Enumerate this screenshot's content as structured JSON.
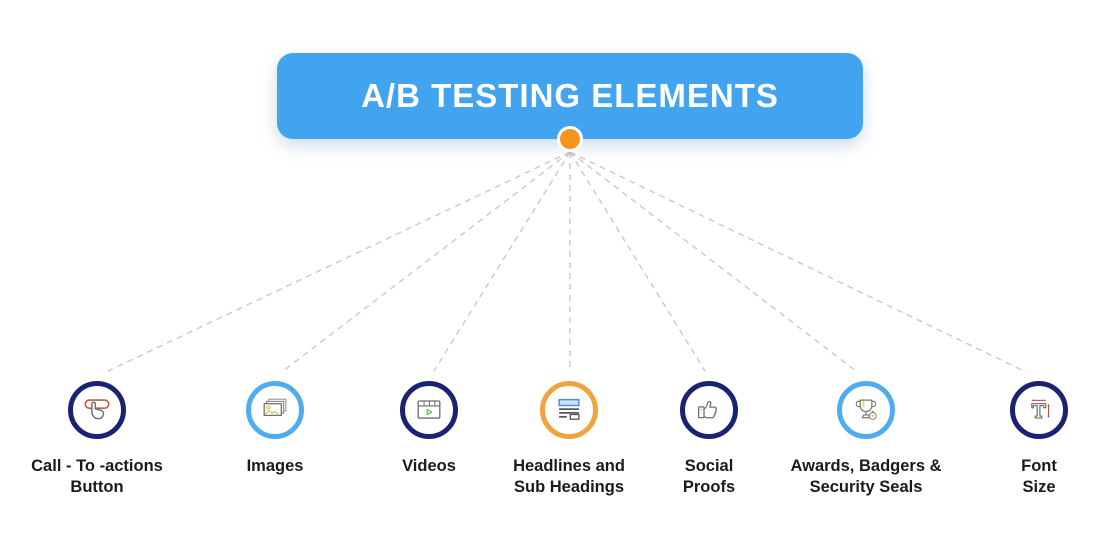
{
  "header": {
    "title": "A/B TESTING ELEMENTS",
    "bg_color": "#42A4EE",
    "text_color": "#FFFFFF"
  },
  "hub": {
    "color": "#F7941D"
  },
  "connectors": {
    "color": "#C9C9C9",
    "style": "dashed"
  },
  "items": [
    {
      "label_lines": [
        "Call - To -actions",
        "Button"
      ],
      "icon": "pointer-click-icon",
      "ring_color": "#1A2272"
    },
    {
      "label_lines": [
        "Images"
      ],
      "icon": "stacked-images-icon",
      "ring_color": "#4FADEF"
    },
    {
      "label_lines": [
        "Videos"
      ],
      "icon": "video-player-icon",
      "ring_color": "#1A2272"
    },
    {
      "label_lines": [
        "Headlines and",
        "Sub Headings"
      ],
      "icon": "text-lines-icon",
      "ring_color": "#F2A43B"
    },
    {
      "label_lines": [
        "Social",
        "Proofs"
      ],
      "icon": "thumbs-up-icon",
      "ring_color": "#1A2272"
    },
    {
      "label_lines": [
        "Awards, Badgers &",
        "Security Seals"
      ],
      "icon": "trophy-icon",
      "ring_color": "#4FADEF"
    },
    {
      "label_lines": [
        "Font",
        "Size"
      ],
      "icon": "font-size-icon",
      "ring_color": "#1A2272"
    }
  ]
}
